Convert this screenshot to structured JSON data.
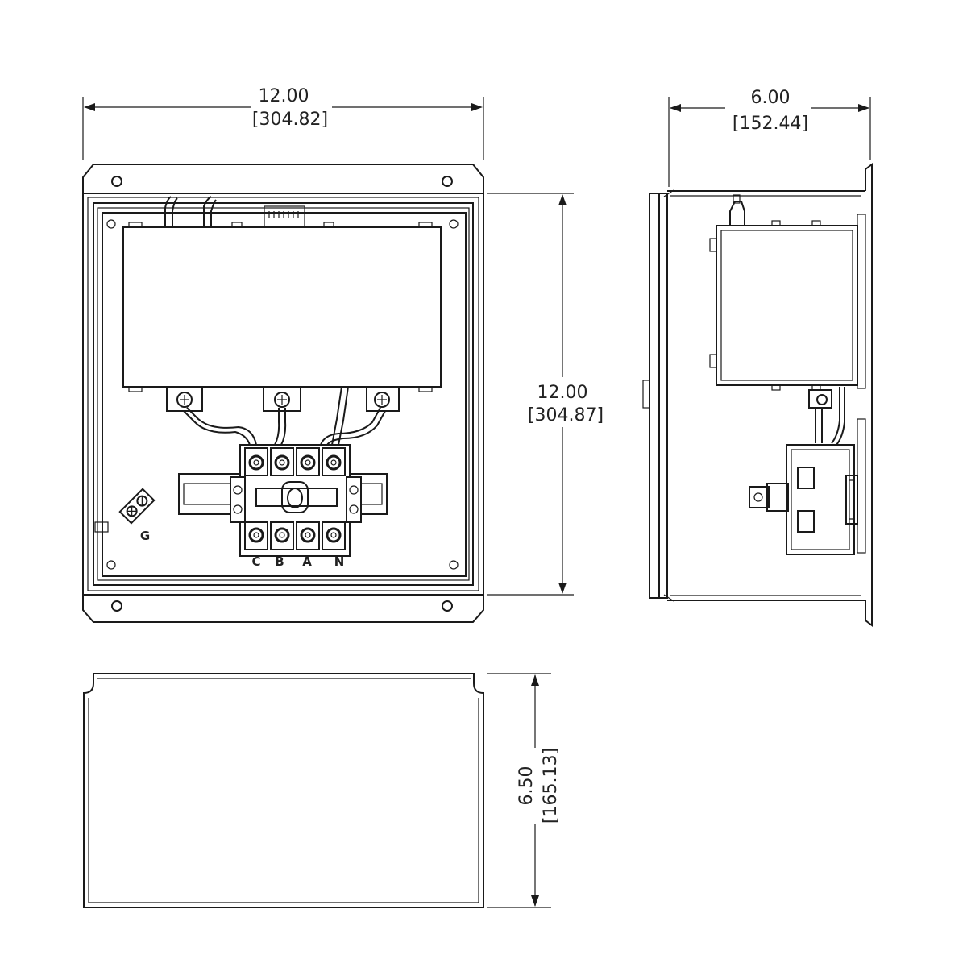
{
  "drawing": {
    "dimensions": {
      "front_width": {
        "inches": "12.00",
        "mm": "[304.82]"
      },
      "front_height": {
        "inches": "12.00",
        "mm": "[304.87]"
      },
      "side_depth": {
        "inches": "6.00",
        "mm": "[152.44]"
      },
      "bottom_height": {
        "inches": "6.50",
        "mm": "[165.13]"
      }
    },
    "terminal_labels": {
      "c": "C",
      "b": "B",
      "a": "A",
      "n": "N",
      "ground": "G"
    }
  }
}
